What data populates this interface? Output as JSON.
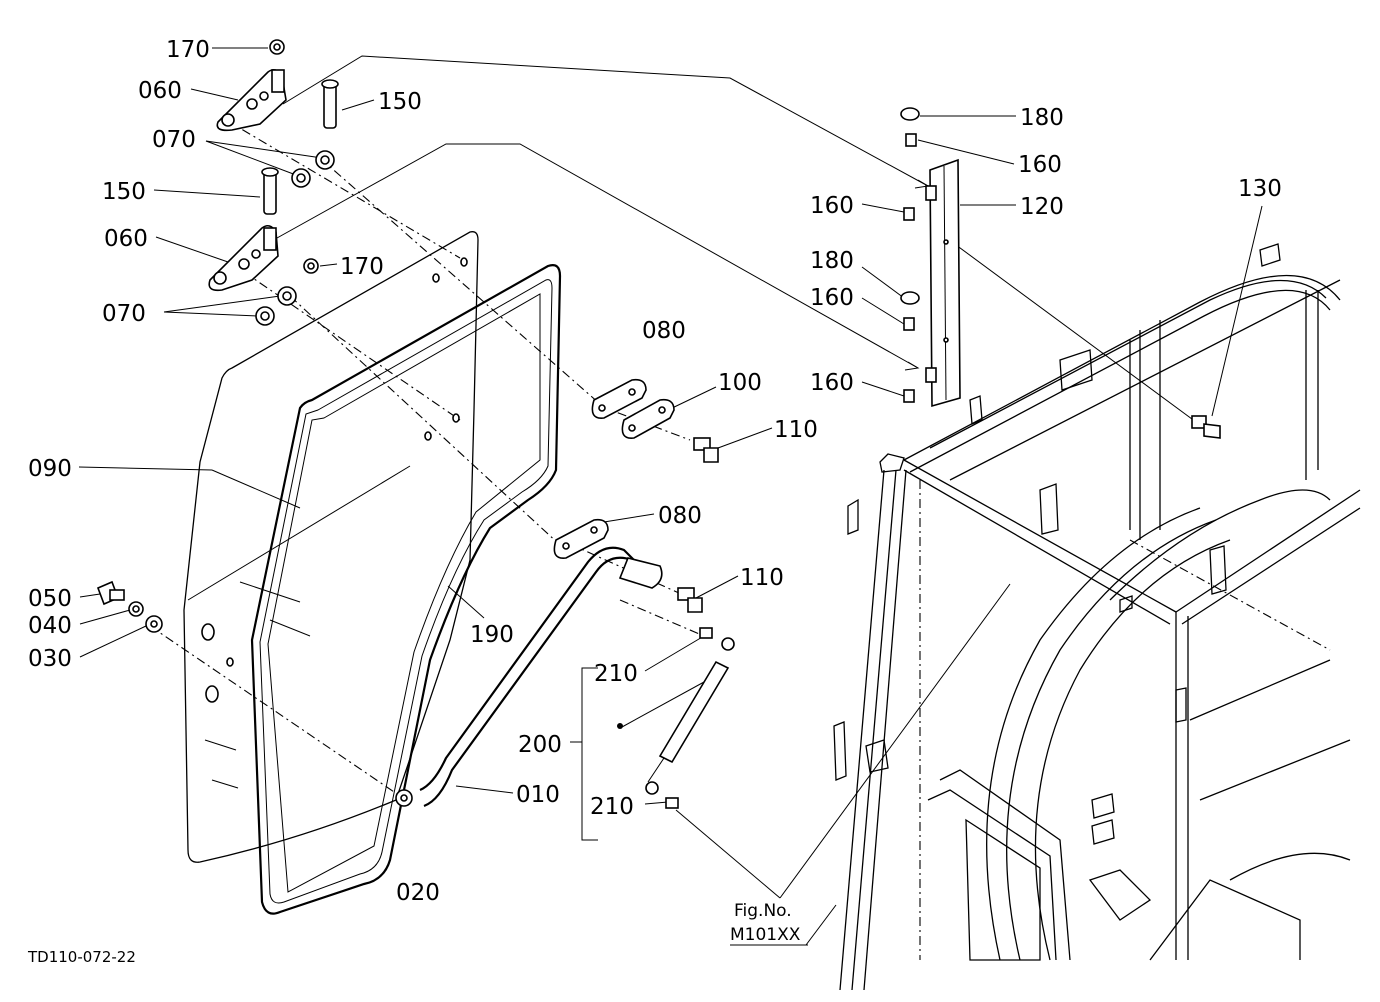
{
  "drawing_code": "TD110-072-22",
  "figure_ref": {
    "line1": "Fig.No.",
    "line2": "M101XX"
  },
  "callouts": {
    "c170a": "170",
    "c060a": "060",
    "c070a": "070",
    "c150a": "150",
    "c150b": "150",
    "c060b": "060",
    "c170b": "170",
    "c070b": "070",
    "c090": "090",
    "c050": "050",
    "c040": "040",
    "c030": "030",
    "c020": "020",
    "c190": "190",
    "c010": "010",
    "c080a": "080",
    "c100": "100",
    "c110a": "110",
    "c080b": "080",
    "c110b": "110",
    "c210a": "210",
    "c200": "200",
    "c210b": "210",
    "c180a": "180",
    "c160a": "160",
    "c160b": "160",
    "c120": "120",
    "c180b": "180",
    "c160c": "160",
    "c160d": "160",
    "c130": "130"
  }
}
